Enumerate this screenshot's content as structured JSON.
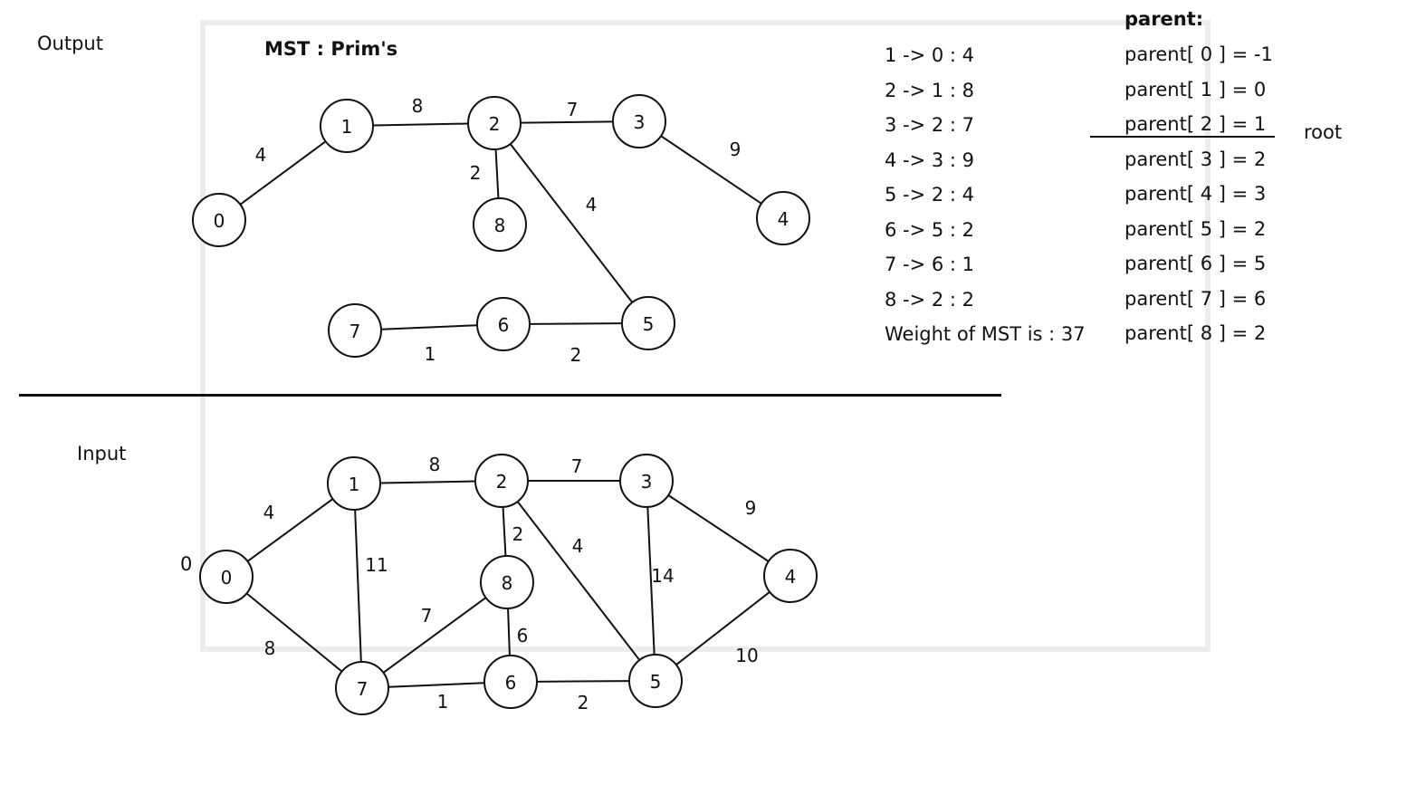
{
  "sections": {
    "output_label": "Output",
    "input_label": "Input",
    "mst_title": "MST : Prim's"
  },
  "edge_list": [
    "1 -> 0 : 4",
    "2 -> 1 : 8",
    "3 -> 2 : 7",
    "4 -> 3 : 9",
    "5 -> 2 : 4",
    "6 -> 5 : 2",
    "7 -> 6 : 1",
    "8 -> 2 : 2",
    "Weight of MST is : 37"
  ],
  "parent": {
    "title": "parent:",
    "rows": [
      "parent[ 0 ] = -1",
      "parent[ 1 ] = 0",
      "parent[ 2 ] = 1",
      "parent[ 3 ] = 2",
      "parent[ 4 ] = 3",
      "parent[ 5 ] = 2",
      "parent[ 6 ] = 5",
      "parent[ 7 ] = 6",
      "parent[ 8 ] = 2"
    ],
    "root_label": "root"
  },
  "input_graph": {
    "extra_label": "0",
    "nodes": [
      "0",
      "1",
      "2",
      "3",
      "4",
      "5",
      "6",
      "7",
      "8"
    ],
    "edges": [
      {
        "from": "0",
        "to": "1",
        "weight": "4"
      },
      {
        "from": "0",
        "to": "7",
        "weight": "8"
      },
      {
        "from": "1",
        "to": "2",
        "weight": "8"
      },
      {
        "from": "1",
        "to": "7",
        "weight": "11"
      },
      {
        "from": "2",
        "to": "3",
        "weight": "7"
      },
      {
        "from": "2",
        "to": "8",
        "weight": "2"
      },
      {
        "from": "2",
        "to": "5",
        "weight": "4"
      },
      {
        "from": "3",
        "to": "4",
        "weight": "9"
      },
      {
        "from": "3",
        "to": "5",
        "weight": "14"
      },
      {
        "from": "4",
        "to": "5",
        "weight": "10"
      },
      {
        "from": "5",
        "to": "6",
        "weight": "2"
      },
      {
        "from": "6",
        "to": "7",
        "weight": "1"
      },
      {
        "from": "6",
        "to": "8",
        "weight": "6"
      },
      {
        "from": "7",
        "to": "8",
        "weight": "7"
      }
    ]
  },
  "mst_graph": {
    "nodes": [
      "0",
      "1",
      "2",
      "3",
      "4",
      "5",
      "6",
      "7",
      "8"
    ],
    "edges": [
      {
        "from": "0",
        "to": "1",
        "weight": "4"
      },
      {
        "from": "1",
        "to": "2",
        "weight": "8"
      },
      {
        "from": "2",
        "to": "3",
        "weight": "7"
      },
      {
        "from": "2",
        "to": "8",
        "weight": "2"
      },
      {
        "from": "2",
        "to": "5",
        "weight": "4"
      },
      {
        "from": "3",
        "to": "4",
        "weight": "9"
      },
      {
        "from": "5",
        "to": "6",
        "weight": "2"
      },
      {
        "from": "6",
        "to": "7",
        "weight": "1"
      }
    ]
  }
}
